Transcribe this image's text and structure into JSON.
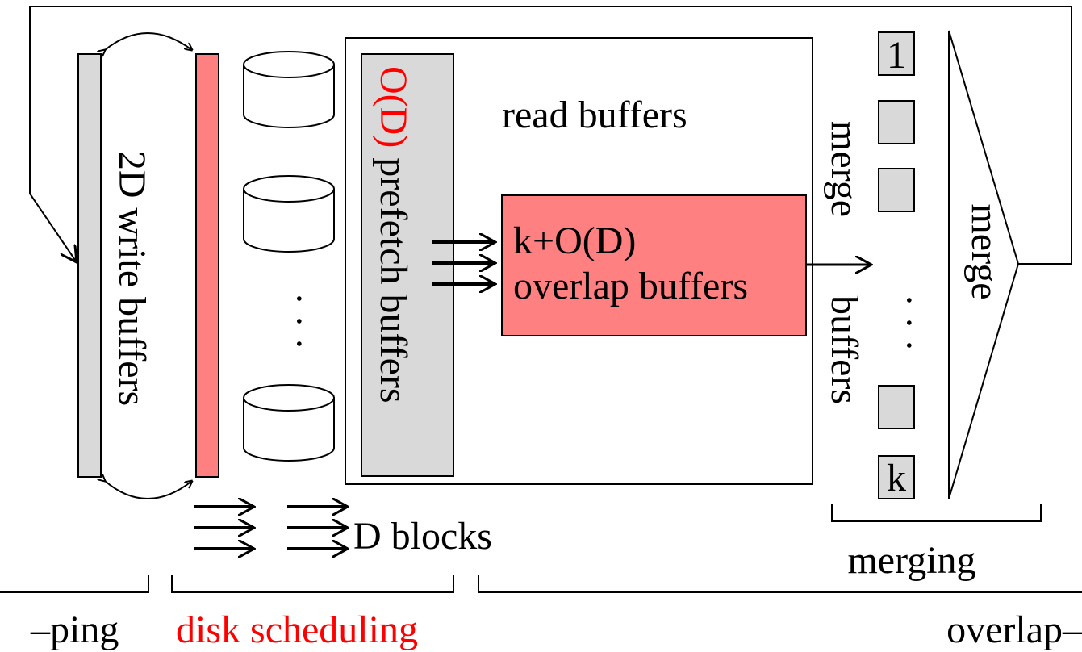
{
  "labels": {
    "write_buffers": "2D write buffers",
    "read_buffers": "read buffers",
    "prefetch_o": "O(D)",
    "prefetch_rest": " prefetch buffers",
    "overlap_line1": "k+O(D)",
    "overlap_line2": "overlap buffers",
    "merge_buffers_top": "merge",
    "merge_buffers_bottom": "buffers",
    "merge_box": "merge",
    "merge_first": "1",
    "merge_last": "k",
    "ellipsis_disks": "· · ·",
    "ellipsis_merge": "· · ·",
    "d_blocks": "D blocks",
    "merging": "merging",
    "bottom_left": "–ping",
    "bottom_mid": "disk scheduling",
    "bottom_right": "overlap–"
  },
  "colors": {
    "gray_fill": "#d9d9d9",
    "pink_fill": "#ff8080",
    "red_text": "#ff0000",
    "stroke": "#000000"
  }
}
